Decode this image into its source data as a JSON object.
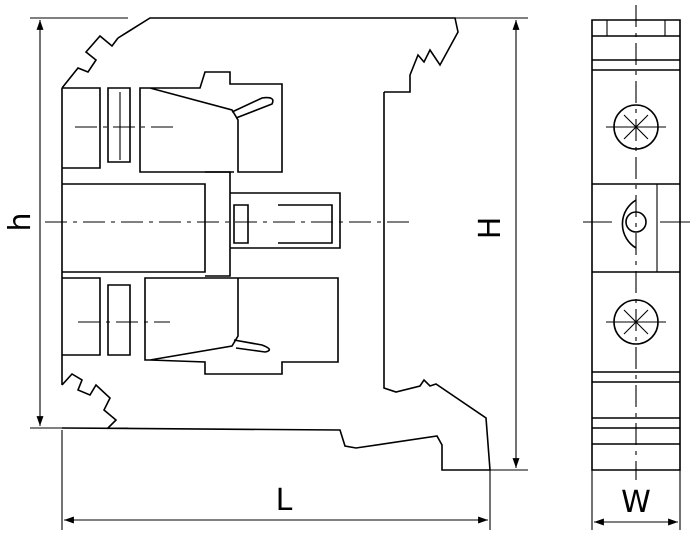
{
  "labels": {
    "h": "h",
    "H": "H",
    "L": "L",
    "W": "W"
  },
  "colors": {
    "line": "#000000",
    "background": "#ffffff"
  }
}
